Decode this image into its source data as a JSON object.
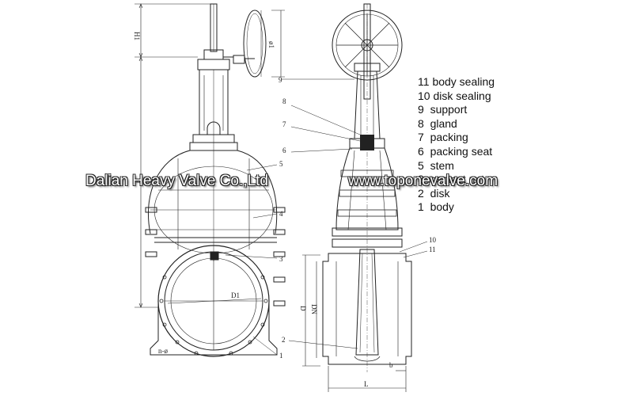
{
  "parts": [
    {
      "no": "11",
      "name": "body sealing"
    },
    {
      "no": "10",
      "name": "disk sealing"
    },
    {
      "no": "9",
      "name": "support"
    },
    {
      "no": "8",
      "name": "gland"
    },
    {
      "no": "7",
      "name": "packing"
    },
    {
      "no": "6",
      "name": "packing seat"
    },
    {
      "no": "5",
      "name": "stem"
    },
    {
      "no": "3",
      "name": "contact nut"
    },
    {
      "no": "2",
      "name": "disk"
    },
    {
      "no": "1",
      "name": "body"
    }
  ],
  "watermarks": {
    "company": "Dalian Heavy Valve Co.,Ltd",
    "website": "www.toponevalve.com"
  },
  "dimensions": {
    "h1": "H1",
    "h": "H",
    "phi1": "ø1",
    "d1": "D1",
    "n_phi": "n-ø",
    "d": "D",
    "dn": "DN",
    "b": "b",
    "l": "L"
  },
  "callouts_front": [
    "5",
    "4",
    "3",
    "1"
  ],
  "callouts_side": [
    "9",
    "8",
    "7",
    "6",
    "10",
    "11",
    "2"
  ]
}
